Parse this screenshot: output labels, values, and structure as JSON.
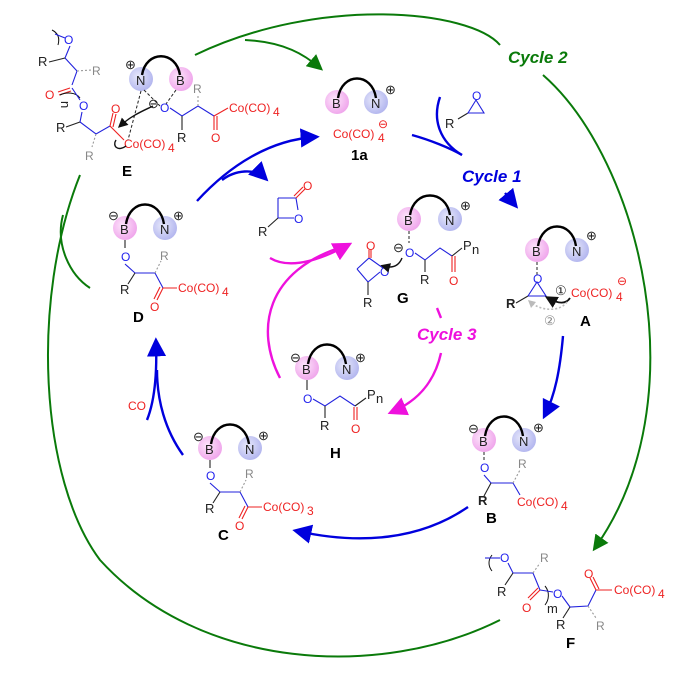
{
  "colors": {
    "cycle1": "#0000dd",
    "cycle2": "#0a7a0a",
    "cycle3": "#ee11dd",
    "cobalt": "#ee2222",
    "backbone": "#2222dd",
    "boron_sphere": "#f3b6ef",
    "nitrogen_sphere": "#c6c8f3"
  },
  "cycles": {
    "cycle1": "Cycle 1",
    "cycle2": "Cycle 2",
    "cycle3": "Cycle 3"
  },
  "atoms": {
    "B": "B",
    "N": "N",
    "O": "O",
    "R": "R",
    "plus": "⊕",
    "minus": "⊖",
    "Pn": "P",
    "n_sub": "n",
    "m_sub": "m",
    "co4": "Co(CO)",
    "sub4": "4",
    "sub3": "3"
  },
  "compounds": {
    "c1a": {
      "label": "1a",
      "anion": "Co(CO)",
      "anion_sub": "4"
    },
    "A": {
      "label": "A",
      "step1": "①",
      "step2": "②"
    },
    "B": {
      "label": "B"
    },
    "C": {
      "label": "C"
    },
    "D": {
      "label": "D"
    },
    "E": {
      "label": "E"
    },
    "F": {
      "label": "F"
    },
    "G": {
      "label": "G"
    },
    "H": {
      "label": "H"
    }
  },
  "reagents": {
    "co": "CO"
  }
}
